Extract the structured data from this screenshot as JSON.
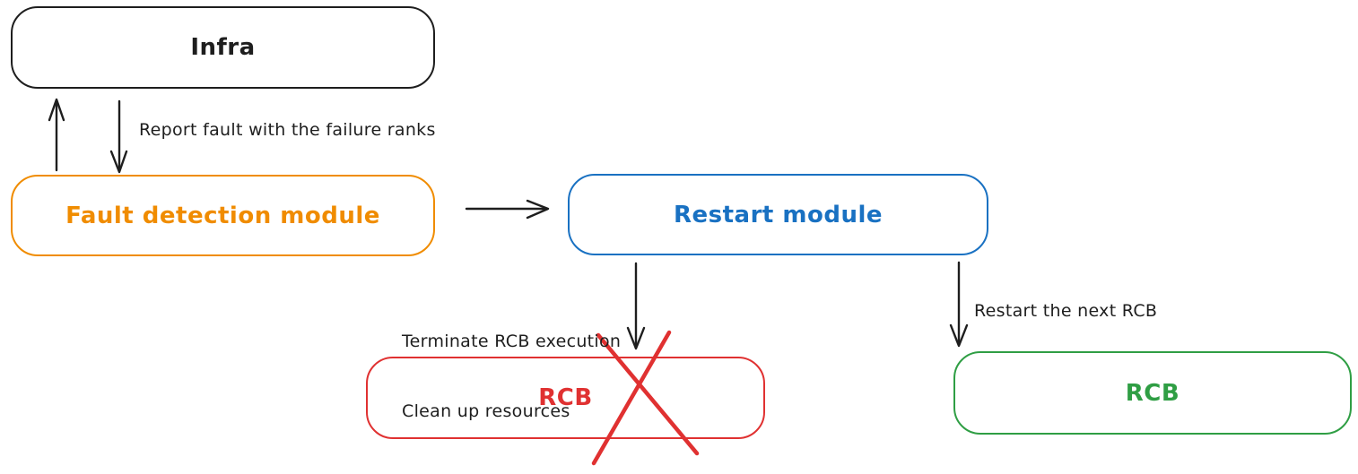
{
  "diagram": {
    "background_color": "#ffffff",
    "colors": {
      "black": "#1e1e1e",
      "orange": "#f08c00",
      "blue": "#1971c2",
      "red": "#e03131",
      "green": "#2f9e44"
    },
    "nodes": {
      "infra": {
        "label": "Infra",
        "color": "#1e1e1e"
      },
      "fault_detection": {
        "label": "Fault detection module",
        "color": "#f08c00"
      },
      "restart_module": {
        "label": "Restart module",
        "color": "#1971c2"
      },
      "rcb_terminated": {
        "label": "RCB",
        "color": "#e03131",
        "status": "crossed-out"
      },
      "rcb_next": {
        "label": "RCB",
        "color": "#2f9e44"
      }
    },
    "edges": [
      {
        "from": "fault_detection",
        "to": "infra",
        "label": ""
      },
      {
        "from": "infra",
        "to": "fault_detection",
        "label": "Report fault with the failure ranks"
      },
      {
        "from": "fault_detection",
        "to": "restart_module",
        "label": ""
      },
      {
        "from": "restart_module",
        "to": "rcb_terminated",
        "label": "Terminate RCB execution\nClean up resources"
      },
      {
        "from": "restart_module",
        "to": "rcb_next",
        "label": "Restart the next RCB"
      }
    ],
    "edge_labels": {
      "report": "Report fault with the failure ranks",
      "terminate_line1": "Terminate RCB execution",
      "terminate_line2": "Clean up resources",
      "restart_next": "Restart the next RCB"
    }
  }
}
